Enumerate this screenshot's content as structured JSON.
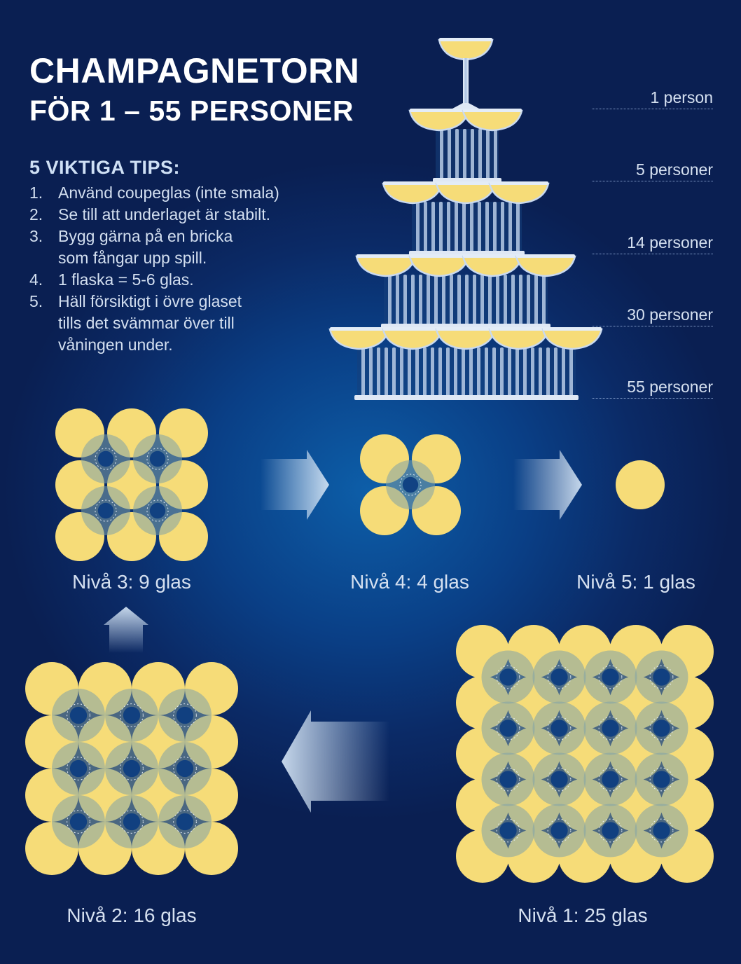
{
  "header": {
    "title": "CHAMPAGNETORN",
    "subtitle": "FÖR 1 – 55 PERSONER"
  },
  "tips": {
    "heading": "5 VIKTIGA TIPS:",
    "items": [
      {
        "num": "1.",
        "lines": [
          "Använd coupeglas (inte smala)"
        ]
      },
      {
        "num": "2.",
        "lines": [
          "Se till att underlaget är stabilt."
        ]
      },
      {
        "num": "3.",
        "lines": [
          "Bygg gärna på en bricka",
          "som fångar upp spill."
        ]
      },
      {
        "num": "4.",
        "lines": [
          "1 flaska = 5-6 glas."
        ]
      },
      {
        "num": "5.",
        "lines": [
          "Häll försiktigt i övre glaset",
          "tills det svämmar över till",
          "våningen under."
        ]
      }
    ]
  },
  "tower": {
    "labels": [
      "1 person",
      "5 personer",
      "14 personer",
      "30 personer",
      "55 personer"
    ],
    "glasses_per_front_row": [
      1,
      2,
      3,
      4,
      5
    ]
  },
  "levels": [
    {
      "id": "level-1",
      "label": "Nivå 1: 25 glas",
      "grid": 5
    },
    {
      "id": "level-2",
      "label": "Nivå 2: 16 glas",
      "grid": 4
    },
    {
      "id": "level-3",
      "label": "Nivå 3: 9 glas",
      "grid": 3
    },
    {
      "id": "level-4",
      "label": "Nivå 4: 4 glas",
      "grid": 2
    },
    {
      "id": "level-5",
      "label": "Nivå 5: 1 glas",
      "grid": 1
    }
  ],
  "colors": {
    "champagne": "#f6dc78",
    "glass_rim": "#c9d9ef",
    "overlap": "#7fa3a8",
    "arrow": "#cfe0f2"
  },
  "icons": {
    "arrow": "arrow-icon",
    "glass": "coupe-glass-icon"
  }
}
